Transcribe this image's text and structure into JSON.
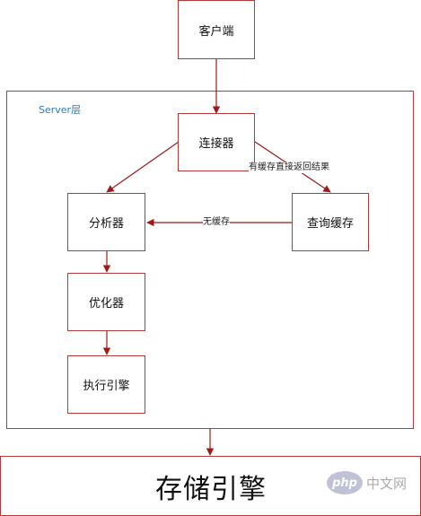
{
  "colors": {
    "stroke": "#b43a3a",
    "server_label": "#2e7ab8",
    "text": "#111111"
  },
  "nodes": {
    "client": "客户端",
    "connector": "连接器",
    "analyzer": "分析器",
    "query_cache": "查询缓存",
    "optimizer": "优化器",
    "executor": "执行引擎",
    "storage_engine": "存储引擎"
  },
  "server_layer_label": "Server层",
  "edge_labels": {
    "cache_hit": "有缓存直接返回结果",
    "cache_miss": "无缓存"
  },
  "watermark": {
    "logo": "php",
    "text": "中文网"
  },
  "edges": [
    {
      "from": "client",
      "to": "connector"
    },
    {
      "from": "connector",
      "to": "analyzer"
    },
    {
      "from": "connector",
      "to": "query_cache",
      "label": "cache_hit"
    },
    {
      "from": "query_cache",
      "to": "analyzer",
      "label": "cache_miss"
    },
    {
      "from": "analyzer",
      "to": "optimizer"
    },
    {
      "from": "optimizer",
      "to": "executor"
    },
    {
      "from": "server",
      "to": "storage_engine"
    }
  ]
}
